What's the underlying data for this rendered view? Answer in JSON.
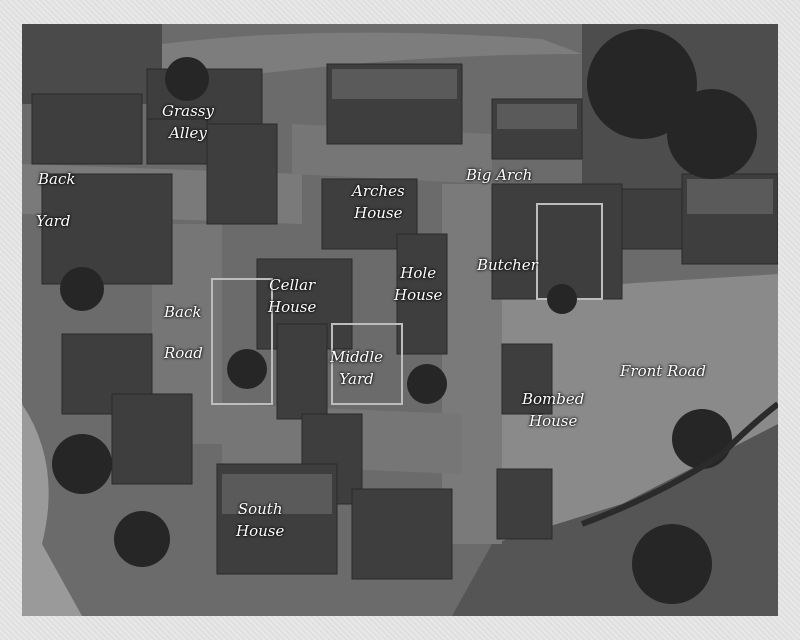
{
  "map": {
    "labels": [
      {
        "id": "grassy-alley",
        "lines": [
          "Grassy",
          "Alley"
        ]
      },
      {
        "id": "back-yard-1",
        "lines": [
          "Back"
        ]
      },
      {
        "id": "back-yard-2",
        "lines": [
          "Yard"
        ]
      },
      {
        "id": "arches-house",
        "lines": [
          "Arches",
          "House"
        ]
      },
      {
        "id": "big-arch",
        "lines": [
          "Big Arch"
        ]
      },
      {
        "id": "butcher",
        "lines": [
          "Butcher"
        ]
      },
      {
        "id": "hole-house",
        "lines": [
          "Hole",
          "House"
        ]
      },
      {
        "id": "cellar-house",
        "lines": [
          "Cellar",
          "House"
        ]
      },
      {
        "id": "back-road-1",
        "lines": [
          "Back"
        ]
      },
      {
        "id": "back-road-2",
        "lines": [
          "Road"
        ]
      },
      {
        "id": "middle-yard",
        "lines": [
          "Middle",
          "Yard"
        ]
      },
      {
        "id": "front-road",
        "lines": [
          "Front Road"
        ]
      },
      {
        "id": "bombed-house",
        "lines": [
          "Bombed",
          "House"
        ]
      },
      {
        "id": "south-house",
        "lines": [
          "South",
          "House"
        ]
      }
    ]
  }
}
